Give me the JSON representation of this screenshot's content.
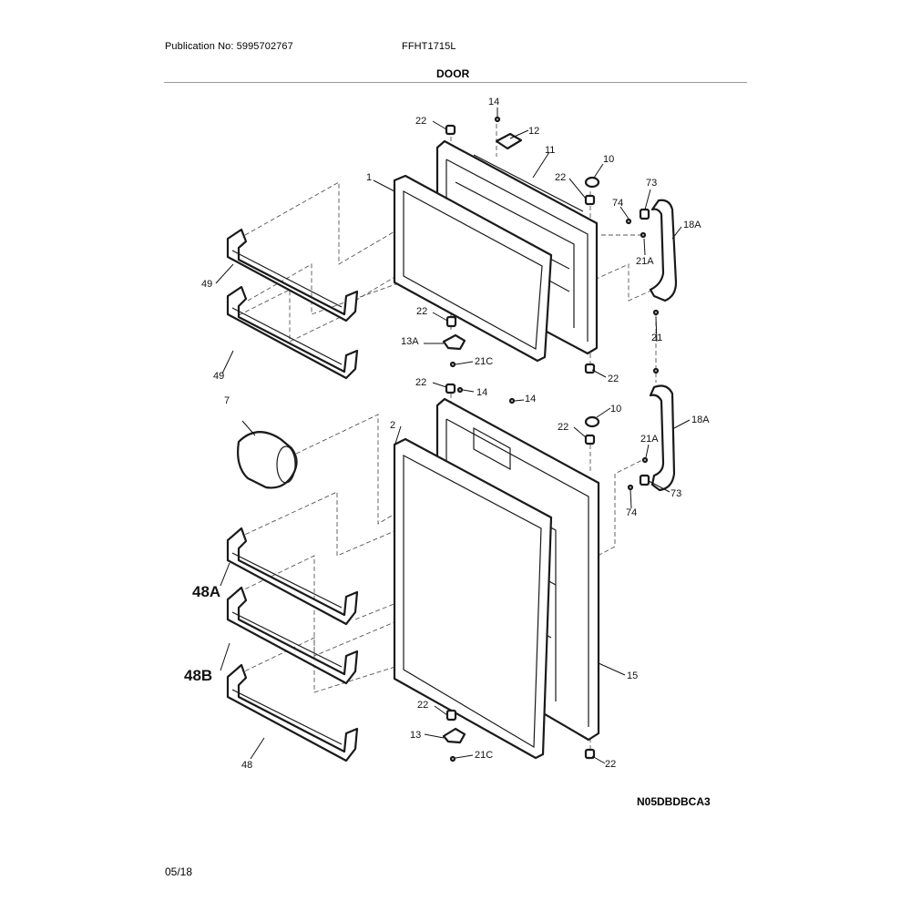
{
  "header": {
    "publication": "Publication No: 5995702767",
    "model": "FFHT1715L",
    "section": "DOOR"
  },
  "callouts": {
    "c1": "1",
    "c2": "2",
    "c7": "7",
    "c10a": "10",
    "c10b": "10",
    "c11": "11",
    "c12": "12",
    "c13": "13",
    "c13a": "13A",
    "c14a": "14",
    "c14b": "14",
    "c14c": "14",
    "c15": "15",
    "c18a1": "18A",
    "c18a2": "18A",
    "c21": "21",
    "c21a1": "21A",
    "c21a2": "21A",
    "c21c1": "21C",
    "c21c2": "21C",
    "c22a": "22",
    "c22b": "22",
    "c22c": "22",
    "c22d": "22",
    "c22e": "22",
    "c22f": "22",
    "c22g": "22",
    "c22h": "22",
    "c48": "48",
    "c48a": "48A",
    "c48b": "48B",
    "c49a": "49",
    "c49b": "49",
    "c73a": "73",
    "c73b": "73",
    "c74a": "74",
    "c74b": "74"
  },
  "footer": {
    "drawing_id": "N05DBDBCA3",
    "date": "05/18"
  }
}
